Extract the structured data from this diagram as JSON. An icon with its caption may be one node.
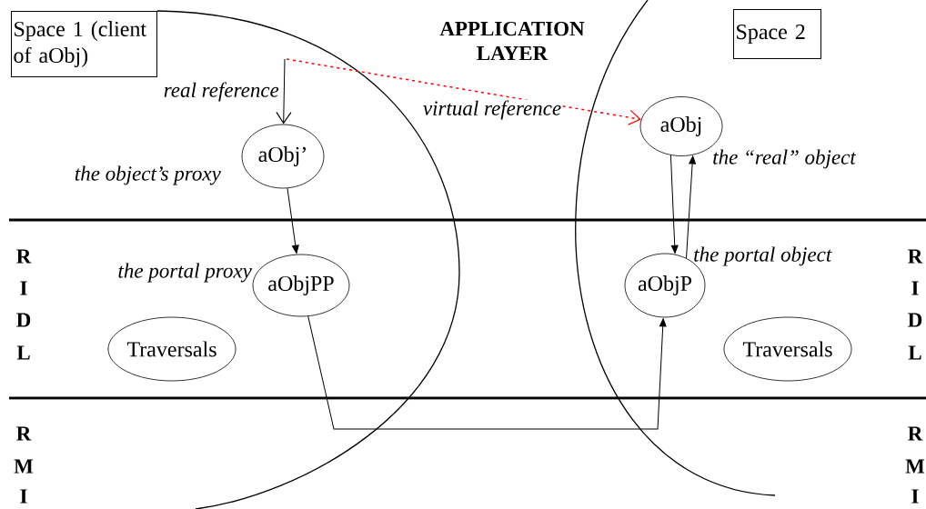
{
  "diagram": {
    "nodes": [
      {
        "text": [
          "Space 1 (client of aObj)"
        ]
      },
      {
        "text": [
          "aObj’"
        ],
        "beside": [
          "the object’s proxy"
        ]
      },
      {
        "text": [
          "aObjPP"
        ],
        "beside": [
          "the portal proxy"
        ]
      },
      {
        "text": [
          "Traversals"
        ]
      },
      {
        "text": [
          "Space 2"
        ]
      },
      {
        "text": [
          "aObj"
        ],
        "beside": [
          "the “real” object"
        ]
      },
      {
        "text": [
          "aObjP"
        ],
        "beside": [
          "the portal object"
        ]
      },
      {
        "text": [
          "Traversals"
        ]
      }
    ],
    "edges": [
      {
        "from": null,
        "to": 1,
        "arrow": "to",
        "label": "real reference"
      },
      {
        "from": null,
        "to": 5,
        "arrow": "to",
        "label": "virtual reference",
        "style": "dashed",
        "color": "#ff0000"
      },
      {
        "from": 1,
        "to": 2,
        "arrow": "to"
      },
      {
        "from": 5,
        "to": 6,
        "arrow": "to"
      },
      {
        "from": 6,
        "to": 5,
        "arrow": "to"
      },
      {
        "from": 2,
        "to": 6,
        "arrow": "to"
      }
    ],
    "labels": [
      "APPLICATION LAYER",
      "R",
      "I",
      "D",
      "L",
      "R",
      "I",
      "D",
      "L",
      "R",
      "M",
      "I",
      "R",
      "M",
      "I"
    ]
  }
}
